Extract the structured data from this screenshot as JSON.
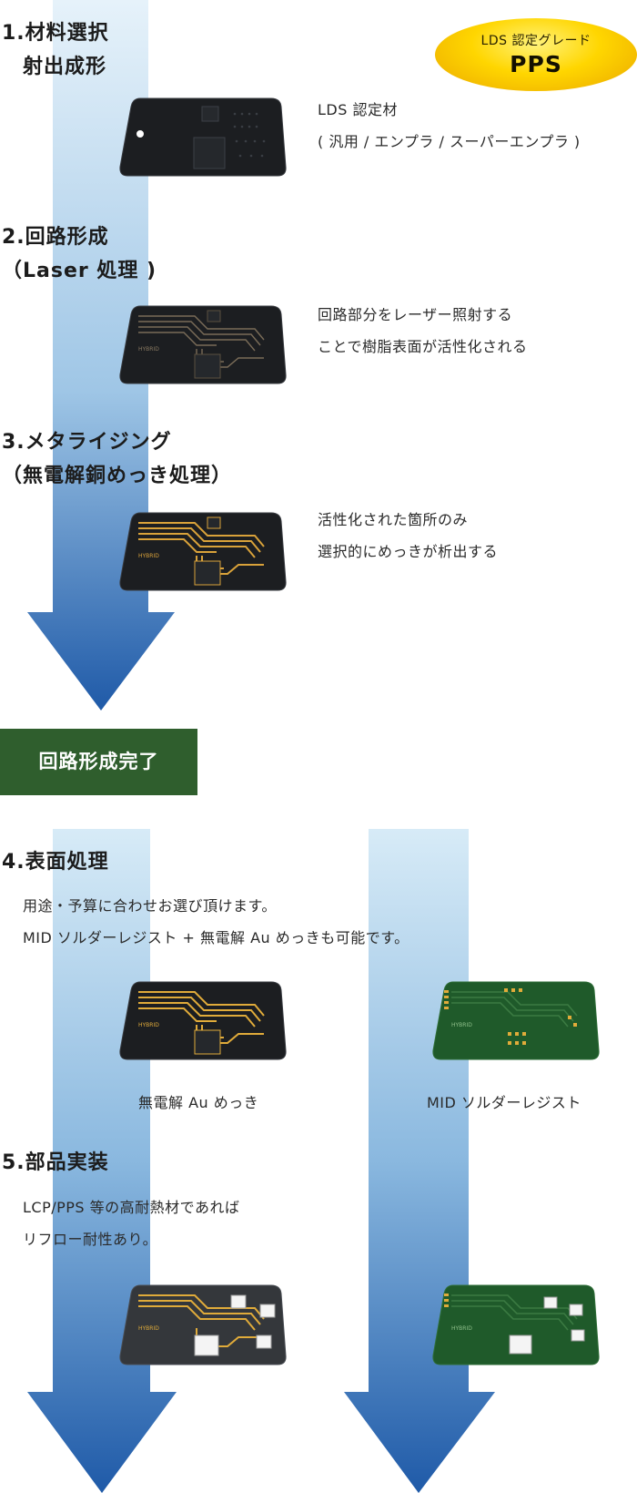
{
  "badge": {
    "subtitle": "LDS 認定グレード",
    "title": "PPS"
  },
  "steps": [
    {
      "line1": "1.材料選択",
      "line2": "　射出成形",
      "desc1": "LDS 認定材",
      "desc2": "( 汎用 / エンプラ / スーパーエンプラ )"
    },
    {
      "line1": "2.回路形成",
      "line2": "（Laser 処理 )",
      "desc1": "回路部分をレーザー照射する",
      "desc2": "ことで樹脂表面が活性化される"
    },
    {
      "line1": "3.メタライジング",
      "line2": "（無電解銅めっき処理）",
      "desc1": "活性化された箇所のみ",
      "desc2": "選択的にめっきが析出する"
    }
  ],
  "complete_label": "回路形成完了",
  "step4": {
    "title": "4.表面処理",
    "desc1": "用途・予算に合わせお選び頂けます。",
    "desc2": "MID ソルダーレジスト + 無電解 Au めっきも可能です。",
    "caption_left": "無電解 Au めっき",
    "caption_right": "MID ソルダーレジスト"
  },
  "step5": {
    "title": "5.部品実装",
    "desc1": "LCP/PPS 等の高耐熱材であれば",
    "desc2": "リフロー耐性あり。"
  },
  "colors": {
    "arrow_top": "#e4f1f9",
    "arrow_bottom": "#1f5aa8",
    "complete_bg": "#2f5e2d",
    "board_black": "#1e2023",
    "board_green": "#1f5a2a",
    "trace_gold": "#d9a23a",
    "badge_yellow": "#ffd600"
  }
}
